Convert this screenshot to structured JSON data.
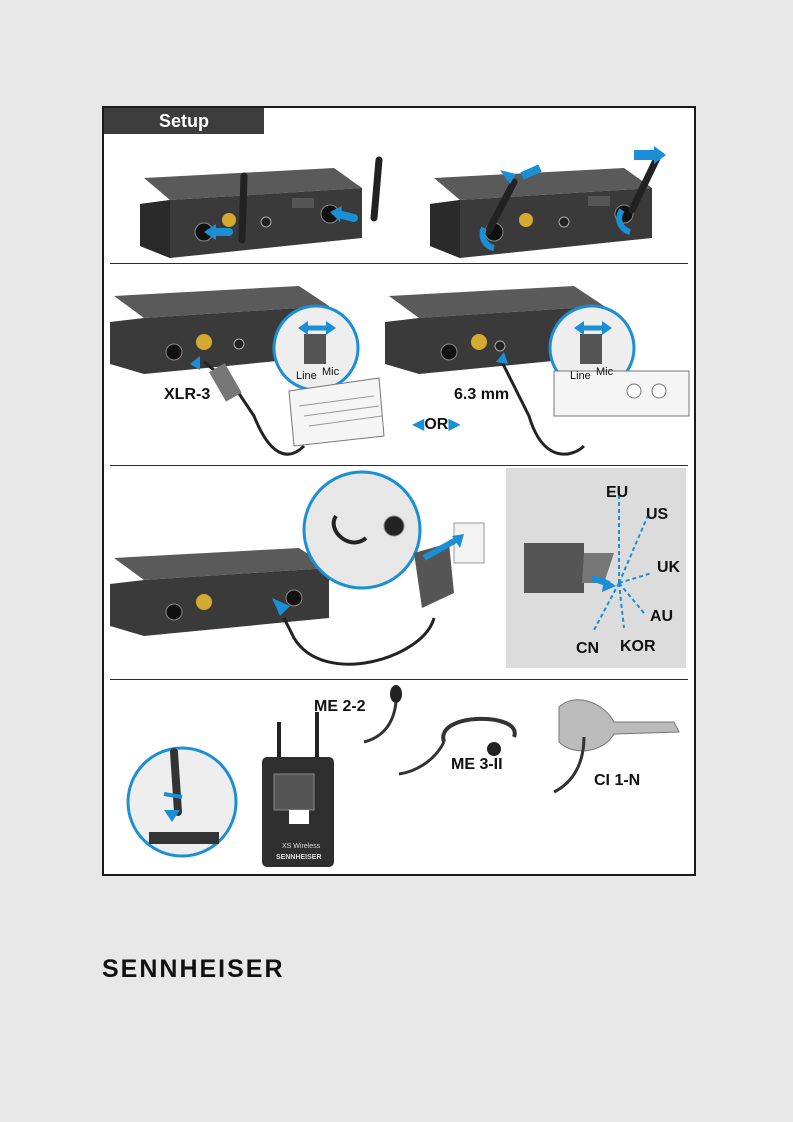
{
  "header": {
    "tab_label": "Setup"
  },
  "step2": {
    "xlr_label": "XLR-3",
    "jack_label": "6.3 mm",
    "or_label": "OR",
    "switch_left": "Line",
    "switch_right": "Mic"
  },
  "step3": {
    "plug_regions": [
      "EU",
      "US",
      "UK",
      "AU",
      "KOR",
      "CN"
    ]
  },
  "step4": {
    "mic_labels": [
      "ME 2-2",
      "ME 3-II",
      "CI 1-N"
    ],
    "bodypack_text": [
      "XS Wireless",
      "SENNHEISER"
    ]
  },
  "footer": {
    "brand": "SENNHEISER"
  },
  "colors": {
    "accent": "#1a8fd6",
    "device": "#3a3a3a",
    "panel_gray": "#dcdcdc"
  }
}
